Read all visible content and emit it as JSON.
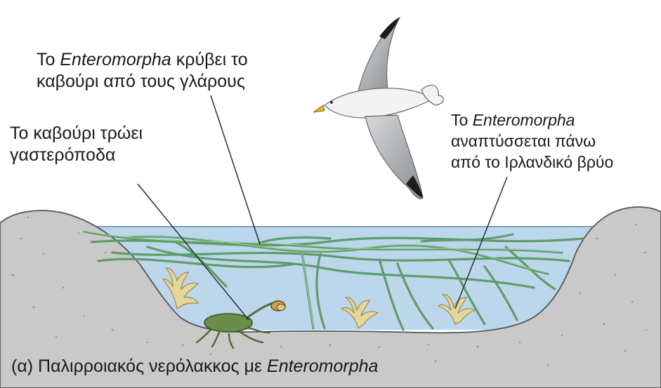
{
  "labels": {
    "hides": {
      "line1_prefix": "Το ",
      "line1_em": "Enteromorpha",
      "line1_suffix": " κρύβει το",
      "line2": "καβούρι από τους γλάρους"
    },
    "eats": {
      "line1": "Το καβούρι τρώει",
      "line2": "γαστερόποδα"
    },
    "grows": {
      "line1_prefix": "Το ",
      "line1_em": "Enteromorpha",
      "line2": "αναπτύσσεται πάνω",
      "line3": "από το Ιρλανδικό βρύο"
    }
  },
  "caption": {
    "prefix": "(α) Παλιρροιακός νερόλακκος με ",
    "em": "Enteromorpha"
  },
  "colors": {
    "water": "#bcd6ec",
    "rock": "#c9c9c9",
    "rock_speckle": "#8f8f8f",
    "algae": "#5f9c6a",
    "moss": "#e5d79a",
    "crab": "#6c8d4a",
    "gull_gray": "#b9bcbf",
    "leader": "#222222"
  }
}
